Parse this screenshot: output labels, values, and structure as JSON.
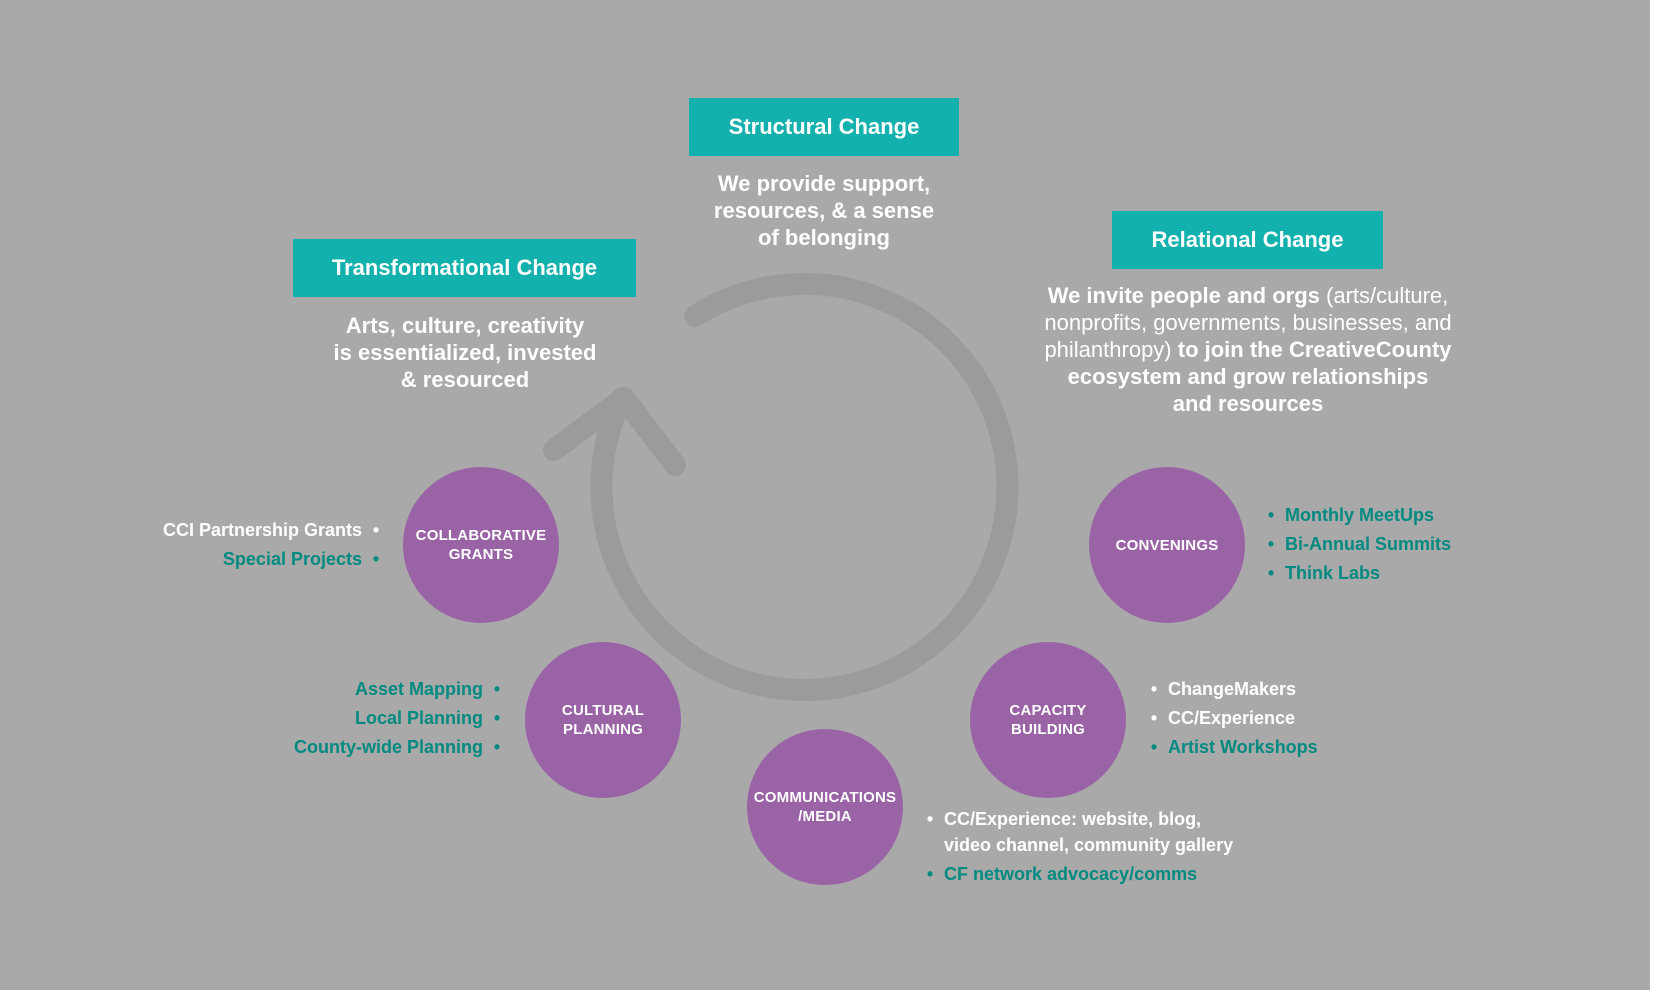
{
  "headers": {
    "structural": "Structural Change",
    "transformational": "Transformational Change",
    "relational": "Relational Change"
  },
  "descriptions": {
    "structural": [
      "We provide support,",
      "resources, & a sense",
      "of belonging"
    ],
    "transformational": [
      "Arts, culture, creativity",
      "is essentialized, invested",
      "& resourced"
    ],
    "relational": {
      "line1_bold": "We invite people and orgs",
      "line1_regular": " (arts/culture,",
      "line2_regular": "nonprofits, governments, businesses, and",
      "line3_regular": "philanthropy)",
      "line3_bold": " to join the CreativeCounty",
      "line4_bold": "ecosystem and grow relationships",
      "line5_bold": "and resources"
    }
  },
  "circles": {
    "collaborative_grants": [
      "COLLABORATIVE",
      "GRANTS"
    ],
    "cultural_planning": [
      "CULTURAL",
      "PLANNING"
    ],
    "communications_media": [
      "COMMUNICATIONS",
      "/MEDIA"
    ],
    "capacity_building": [
      "CAPACITY",
      "BUILDING"
    ],
    "convenings": [
      "CONVENINGS"
    ]
  },
  "bullet_groups": {
    "collaborative_grants": [
      "CCI Partnership Grants",
      "Special Projects"
    ],
    "cultural_planning": [
      "Asset Mapping",
      "Local Planning",
      "County-wide Planning"
    ],
    "communications_media": [
      "CC/Experience: website, blog,",
      "video channel, community gallery",
      "CF network advocacy/comms"
    ],
    "capacity_building": [
      "ChangeMakers",
      "CC/Experience",
      "Artist Workshops"
    ],
    "convenings": [
      "Monthly MeetUps",
      "Bi-Annual Summits",
      "Think Labs"
    ]
  },
  "bullet_glyph": "•",
  "colors": {
    "background": "#a9a9a9",
    "header_teal": "#13b1ad",
    "bullet_teal": "#008a80",
    "circle_purple": "#9963a6",
    "cycle_arrow": "#9b9b9b",
    "text_white": "#ffffff"
  }
}
